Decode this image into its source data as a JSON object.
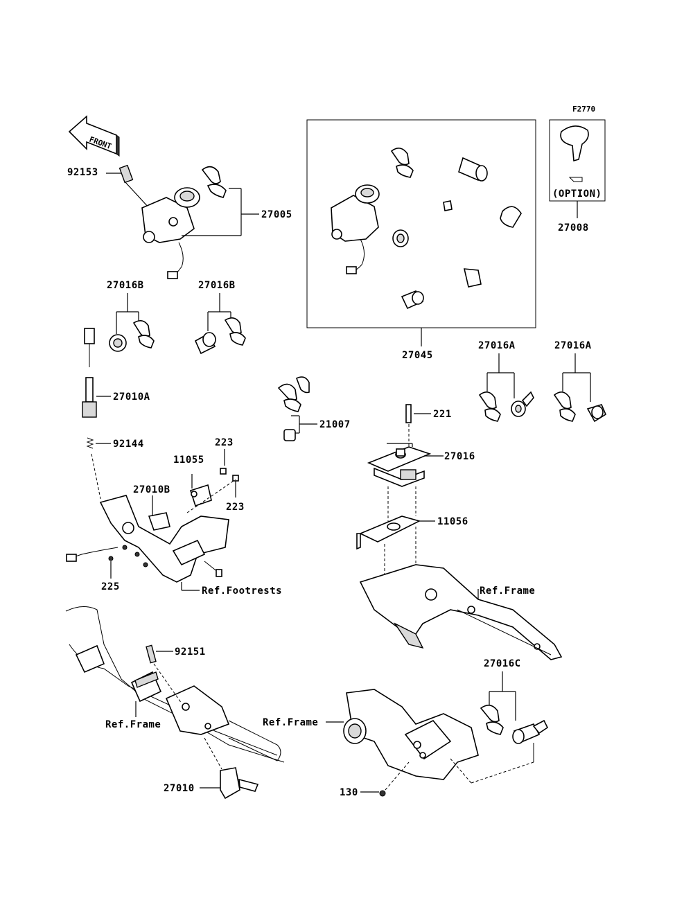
{
  "figure_id": "F2770",
  "front_label": "FRONT",
  "option_label": "(OPTION)",
  "parts": {
    "p92153": "92153",
    "p27005": "27005",
    "p27045": "27045",
    "p27008": "27008",
    "p27016B_1": "27016B",
    "p27016B_2": "27016B",
    "p27010A": "27010A",
    "p92144": "92144",
    "p21007": "21007",
    "p27016A_1": "27016A",
    "p27016A_2": "27016A",
    "p221": "221",
    "p27016": "27016",
    "p223_1": "223",
    "p223_2": "223",
    "p11055": "11055",
    "p27010B": "27010B",
    "p11056": "11056",
    "p225": "225",
    "p92151": "92151",
    "p27016C": "27016C",
    "p27010": "27010",
    "p130": "130"
  },
  "refs": {
    "footrests": "Ref.Footrests",
    "frame_1": "Ref.Frame",
    "frame_2": "Ref.Frame",
    "frame_3": "Ref.Frame"
  }
}
